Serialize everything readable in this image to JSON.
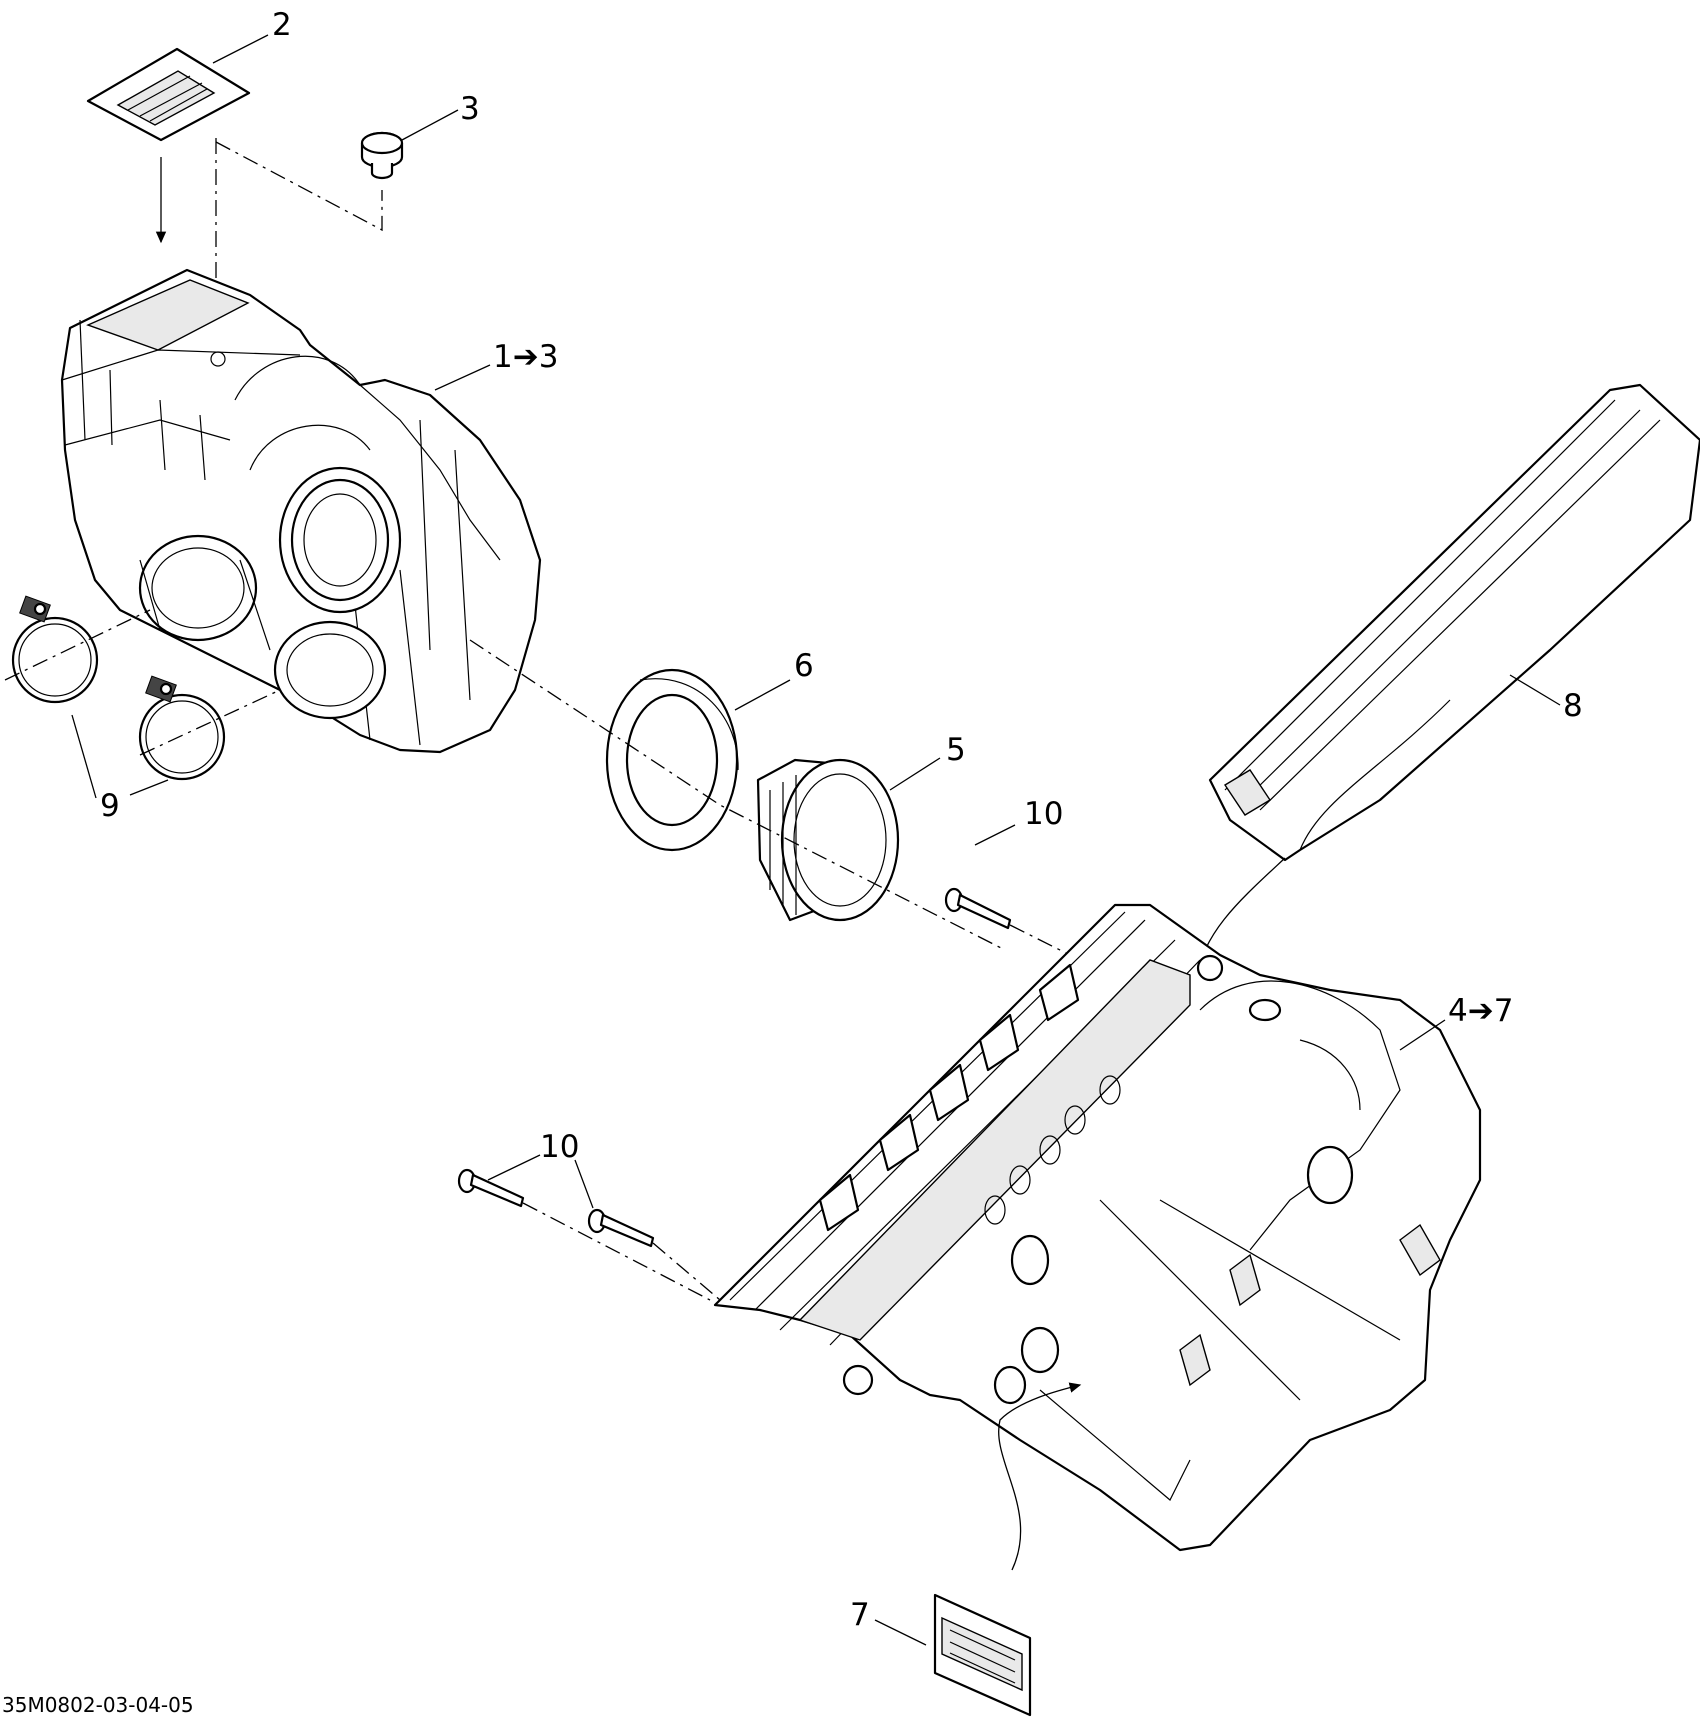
{
  "callouts": {
    "c1": "1➔3",
    "c2": "2",
    "c3": "3",
    "c4": "4➔7",
    "c5": "5",
    "c6": "6",
    "c7": "7",
    "c8": "8",
    "c9": "9",
    "c10a": "10",
    "c10b": "10"
  },
  "figure_code": "35M0802-03-04-05"
}
